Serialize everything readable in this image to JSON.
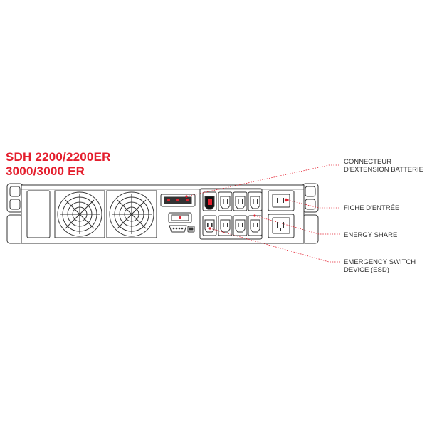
{
  "title": {
    "line1": "SDH 2200/2200ER",
    "line2": "3000/3000 ER"
  },
  "callouts": [
    {
      "lines": [
        "CONNECTEUR",
        "D'EXTENSION BATTERIE"
      ]
    },
    {
      "lines": [
        "FICHE D'ENTRÉE"
      ]
    },
    {
      "lines": [
        "ENERGY SHARE"
      ]
    },
    {
      "lines": [
        "EMERGENCY SWITCH",
        "DEVICE (ESD)"
      ]
    }
  ],
  "colors": {
    "accent": "#e41e2d",
    "outline": "#333333",
    "leader": "#e41e2d"
  },
  "icons": [
    "fan-grille-icon",
    "usb-port-icon",
    "serial-port-icon",
    "power-outlet-icon",
    "power-inlet-icon"
  ]
}
